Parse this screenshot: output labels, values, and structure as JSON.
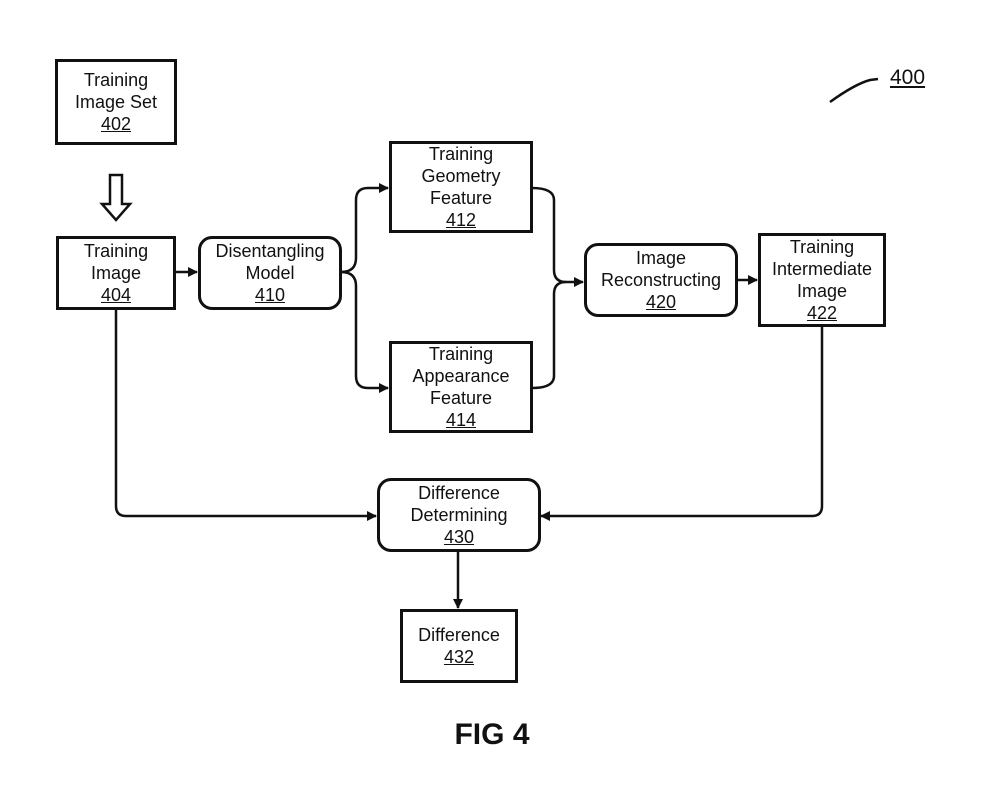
{
  "figure": {
    "reference": "400",
    "caption": "FIG 4"
  },
  "nodes": {
    "n402": {
      "lines": [
        "Training",
        "Image Set"
      ],
      "ref": "402",
      "shape": "rectangle"
    },
    "n404": {
      "lines": [
        "Training",
        "Image"
      ],
      "ref": "404",
      "shape": "rectangle"
    },
    "n410": {
      "lines": [
        "Disentangling",
        "Model"
      ],
      "ref": "410",
      "shape": "rounded"
    },
    "n412": {
      "lines": [
        "Training",
        "Geometry",
        "Feature"
      ],
      "ref": "412",
      "shape": "rectangle"
    },
    "n414": {
      "lines": [
        "Training",
        "Appearance",
        "Feature"
      ],
      "ref": "414",
      "shape": "rectangle"
    },
    "n420": {
      "lines": [
        "Image",
        "Reconstructing"
      ],
      "ref": "420",
      "shape": "rounded"
    },
    "n422": {
      "lines": [
        "Training",
        "Intermediate",
        "Image"
      ],
      "ref": "422",
      "shape": "rectangle"
    },
    "n430": {
      "lines": [
        "Difference",
        "Determining"
      ],
      "ref": "430",
      "shape": "rounded"
    },
    "n432": {
      "lines": [
        "Difference"
      ],
      "ref": "432",
      "shape": "rectangle"
    }
  },
  "edges": [
    {
      "from": "402",
      "to": "404",
      "style": "hollow-block-arrow"
    },
    {
      "from": "404",
      "to": "410"
    },
    {
      "from": "410",
      "to": "412"
    },
    {
      "from": "410",
      "to": "414"
    },
    {
      "from": "412",
      "to": "420"
    },
    {
      "from": "414",
      "to": "420"
    },
    {
      "from": "420",
      "to": "422"
    },
    {
      "from": "404",
      "to": "430"
    },
    {
      "from": "422",
      "to": "430"
    },
    {
      "from": "430",
      "to": "432"
    }
  ]
}
